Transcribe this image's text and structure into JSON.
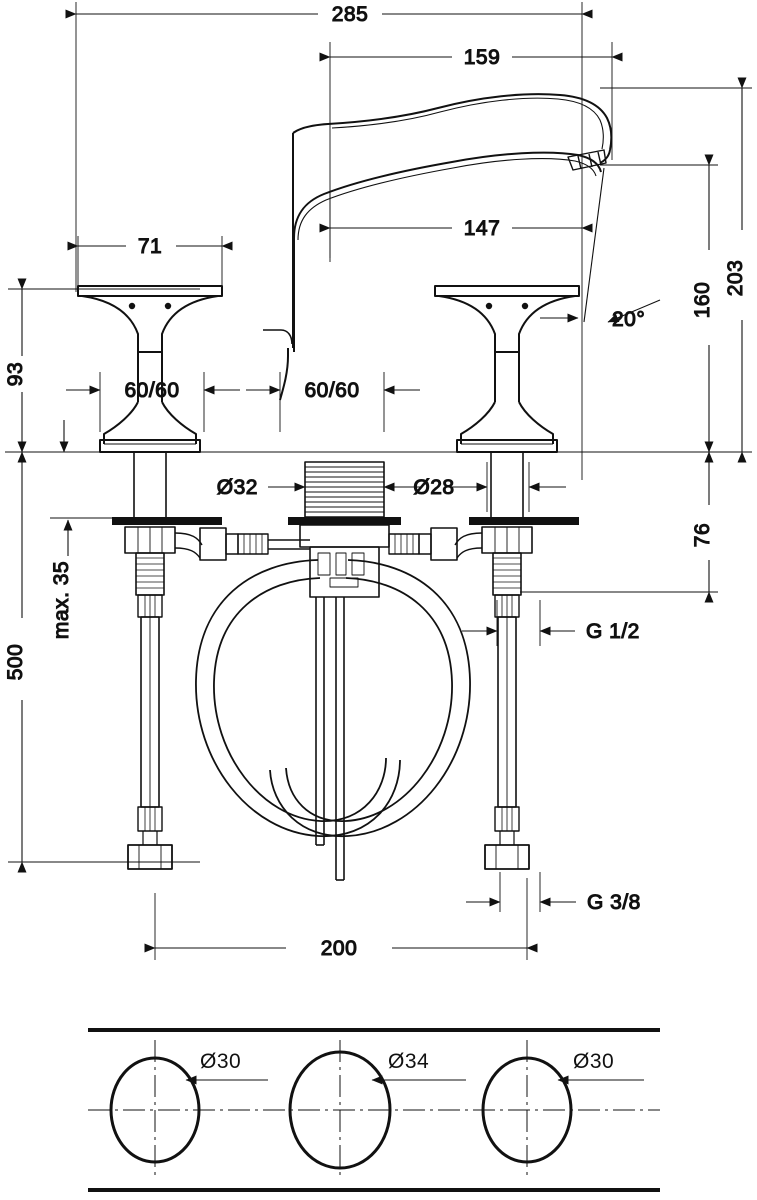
{
  "drawing": {
    "title": "Three-hole basin mixer technical dimension drawing",
    "units": "mm",
    "line_color": "#111111",
    "background": "#ffffff"
  },
  "dimensions": {
    "total_reach": "285",
    "spout_reach_upper": "159",
    "spout_reach_lower": "147",
    "handle_width": "71",
    "handle_square_left": "60/60",
    "handle_square_right": "60/60",
    "spout_angle": "20°",
    "height_handle": "93",
    "height_spout_outlet": "160",
    "height_total": "203",
    "depth_below_deck": "76",
    "deck_thickness": "max. 35",
    "hose_length": "500",
    "hole_spacing": "200",
    "shank_center_dia": "Ø32",
    "shank_side_dia": "Ø28",
    "thread_supply": "G 1/2",
    "thread_connection": "G 3/8",
    "hole_left": "Ø30",
    "hole_center": "Ø34",
    "hole_right": "Ø30"
  }
}
